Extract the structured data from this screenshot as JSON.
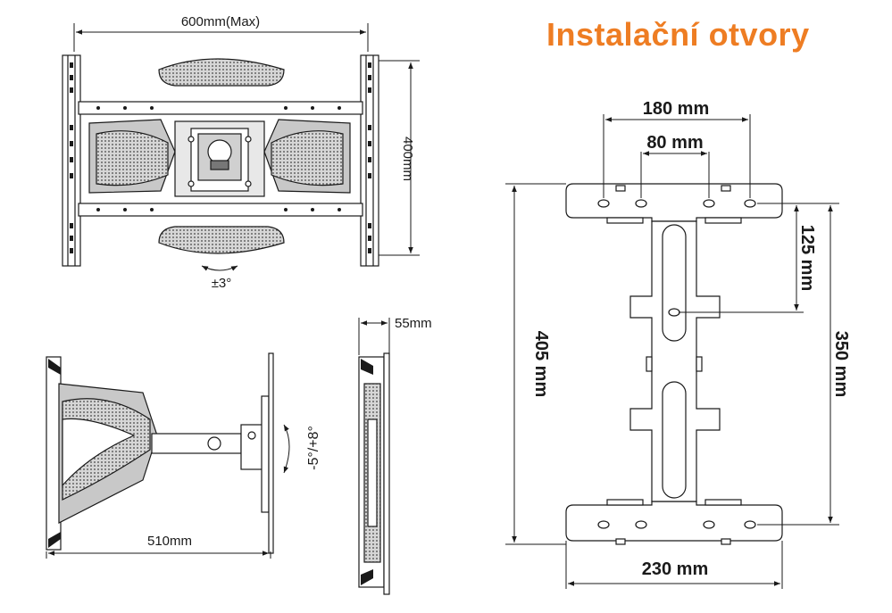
{
  "title": "Instalační otvory",
  "colors": {
    "accent": "#ee7d23",
    "line": "#1a1a1a",
    "part_fill": "#bcbcbc",
    "part_dark": "#555555",
    "background": "#ffffff"
  },
  "front_view": {
    "width_label": "600mm(Max)",
    "height_label": "400mm",
    "swivel_label": "±3°"
  },
  "side_view": {
    "depth_label": "510mm",
    "tilt_label": "-5°/+8°"
  },
  "profile_view": {
    "thickness_label": "55mm"
  },
  "plate": {
    "top_outer_label": "180 mm",
    "top_inner_label": "80 mm",
    "left_height_label": "405 mm",
    "right_upper_label": "125 mm",
    "right_total_label": "350 mm",
    "bottom_width_label": "230 mm"
  }
}
